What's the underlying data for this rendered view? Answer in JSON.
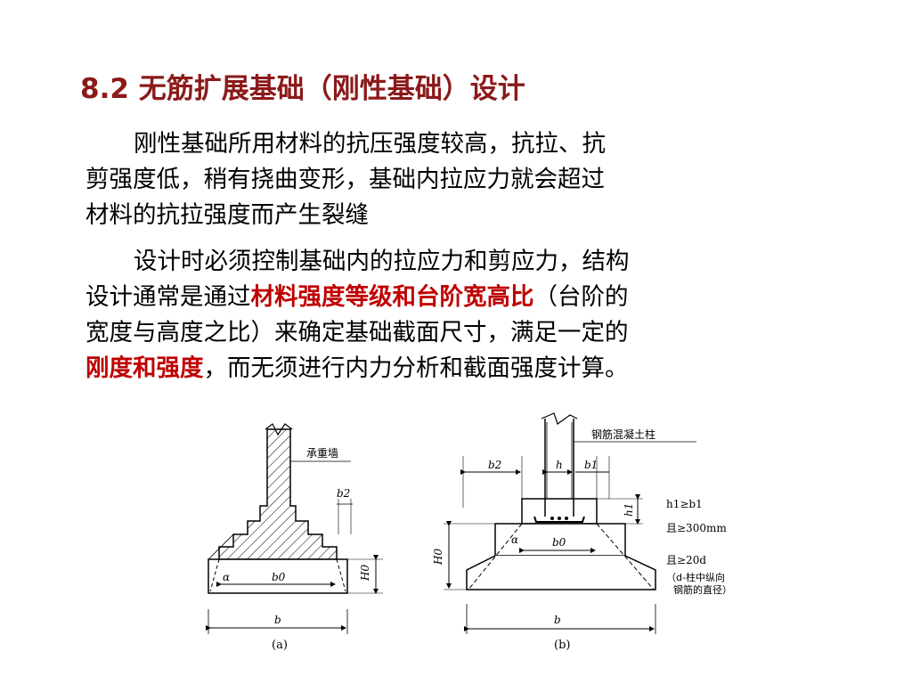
{
  "slide": {
    "title": "8.2 无筋扩展基础（刚性基础）设计",
    "para1": {
      "line1": "刚性基础所用材料的抗压强度较高，抗拉、抗",
      "line2": "剪强度低，稍有挠曲变形，基础内拉应力就会超过",
      "line3": "材料的抗拉强度而产生裂缝"
    },
    "para2": {
      "line1": "设计时必须控制基础内的拉应力和剪应力，结构",
      "line2_a": "设计通常是通过",
      "line2_b": "材料强度等级和台阶宽高比",
      "line2_c": "（台阶的",
      "line3": "宽度与高度之比）来确定基础截面尺寸，满足一定的",
      "line4_a": "刚度和强度",
      "line4_b": "，而无须进行内力分析和截面强度计算。"
    },
    "colors": {
      "title": "#8b1a1a",
      "emphasis": "#c00000"
    }
  },
  "figure_a": {
    "label_wall": "承重墙",
    "b2": "b2",
    "b0": "b0",
    "H0": "H0",
    "b": "b",
    "alpha": "α",
    "caption": "(a)"
  },
  "figure_b": {
    "label_column": "钢筋混凝土柱",
    "b2": "b2",
    "h": "h",
    "b1": "b1",
    "h1": "h1",
    "H0": "H0",
    "b0": "b0",
    "b": "b",
    "alpha": "α",
    "cond1": "h1≥b1",
    "cond2": "且≥300mm",
    "cond3": "且≥20d",
    "note1": "（d-柱中纵向",
    "note2": "钢筋的直径）",
    "caption": "(b)"
  }
}
